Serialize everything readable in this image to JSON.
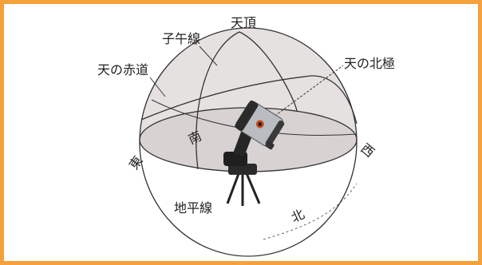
{
  "diagram": {
    "labels": {
      "meridian": "子午線",
      "zenith": "天頂",
      "celestial_equator": "天の赤道",
      "north_celestial_pole": "天の北極",
      "east": "東",
      "south": "南",
      "west": "西",
      "horizon": "地平線",
      "north": "北"
    },
    "colors": {
      "frame_border": "#f4a13c",
      "upper_hemisphere": "#e6e1e1",
      "horizon_plane": "#d9d2d2",
      "lines": "#333333"
    },
    "icons": {
      "telescope": "telescope-icon"
    }
  }
}
